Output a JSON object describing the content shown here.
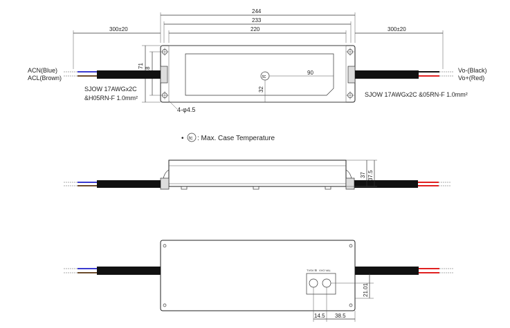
{
  "top_view": {
    "dim_overall": "244",
    "dim_mid": "233",
    "dim_inner": "220",
    "dim_left_cable": "300±20",
    "dim_right_cable": "300±20",
    "dim_height_outer": "71",
    "dim_height_inner": "53.8",
    "dim_tc_x": "90",
    "dim_tc_y": "32",
    "tc_symbol": "tc",
    "hole_note": "4-φ4.5",
    "left_wire_top": "ACN(Blue)",
    "left_wire_bottom": "ACL(Brown)",
    "left_cable_spec_1": "SJOW 17AWGx2C",
    "left_cable_spec_2": "&H05RN-F 1.0mm²",
    "right_wire_top": "Vo-(Black)",
    "right_wire_bottom": "Vo+(Red)",
    "right_cable_spec": "SJOW 17AWGx2C &05RN-F 1.0mm²"
  },
  "legend": {
    "bullet": "•",
    "tc_symbol": "tc",
    "text": ": Max. Case Temperature"
  },
  "side_view": {
    "dim_inner": "37",
    "dim_outer": "37.5"
  },
  "bottom_view": {
    "label_left": "TVSV ⊞",
    "label_right": "VVO VAL",
    "dim_a": "14.5",
    "dim_b": "38.5",
    "dim_c": "21.01"
  },
  "colors": {
    "wire_blue": "#3a3ad0",
    "wire_red": "#e02020",
    "wire_brown": "#6b4a2a",
    "cable_black": "#111111"
  }
}
